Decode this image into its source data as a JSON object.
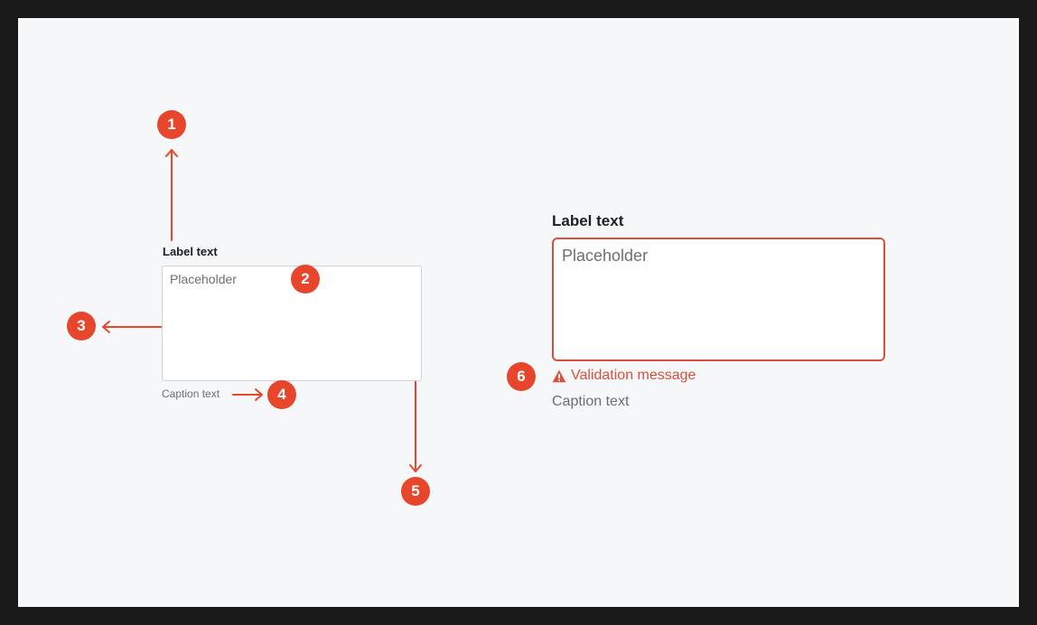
{
  "specimen_small": {
    "label": "Label text",
    "placeholder": "Placeholder",
    "caption": "Caption text"
  },
  "specimen_error": {
    "label": "Label text",
    "placeholder": "Placeholder",
    "validation_message": "Validation message",
    "caption": "Caption text",
    "error_color": "#d9503c"
  },
  "callouts": [
    "1",
    "2",
    "3",
    "4",
    "5",
    "6"
  ],
  "colors": {
    "callout": "#e8462c",
    "background": "#f5f7f8",
    "frame": "#1a1a1a"
  },
  "icons": {
    "validation": "warning-triangle-icon",
    "resize": "resize-grip-icon"
  }
}
